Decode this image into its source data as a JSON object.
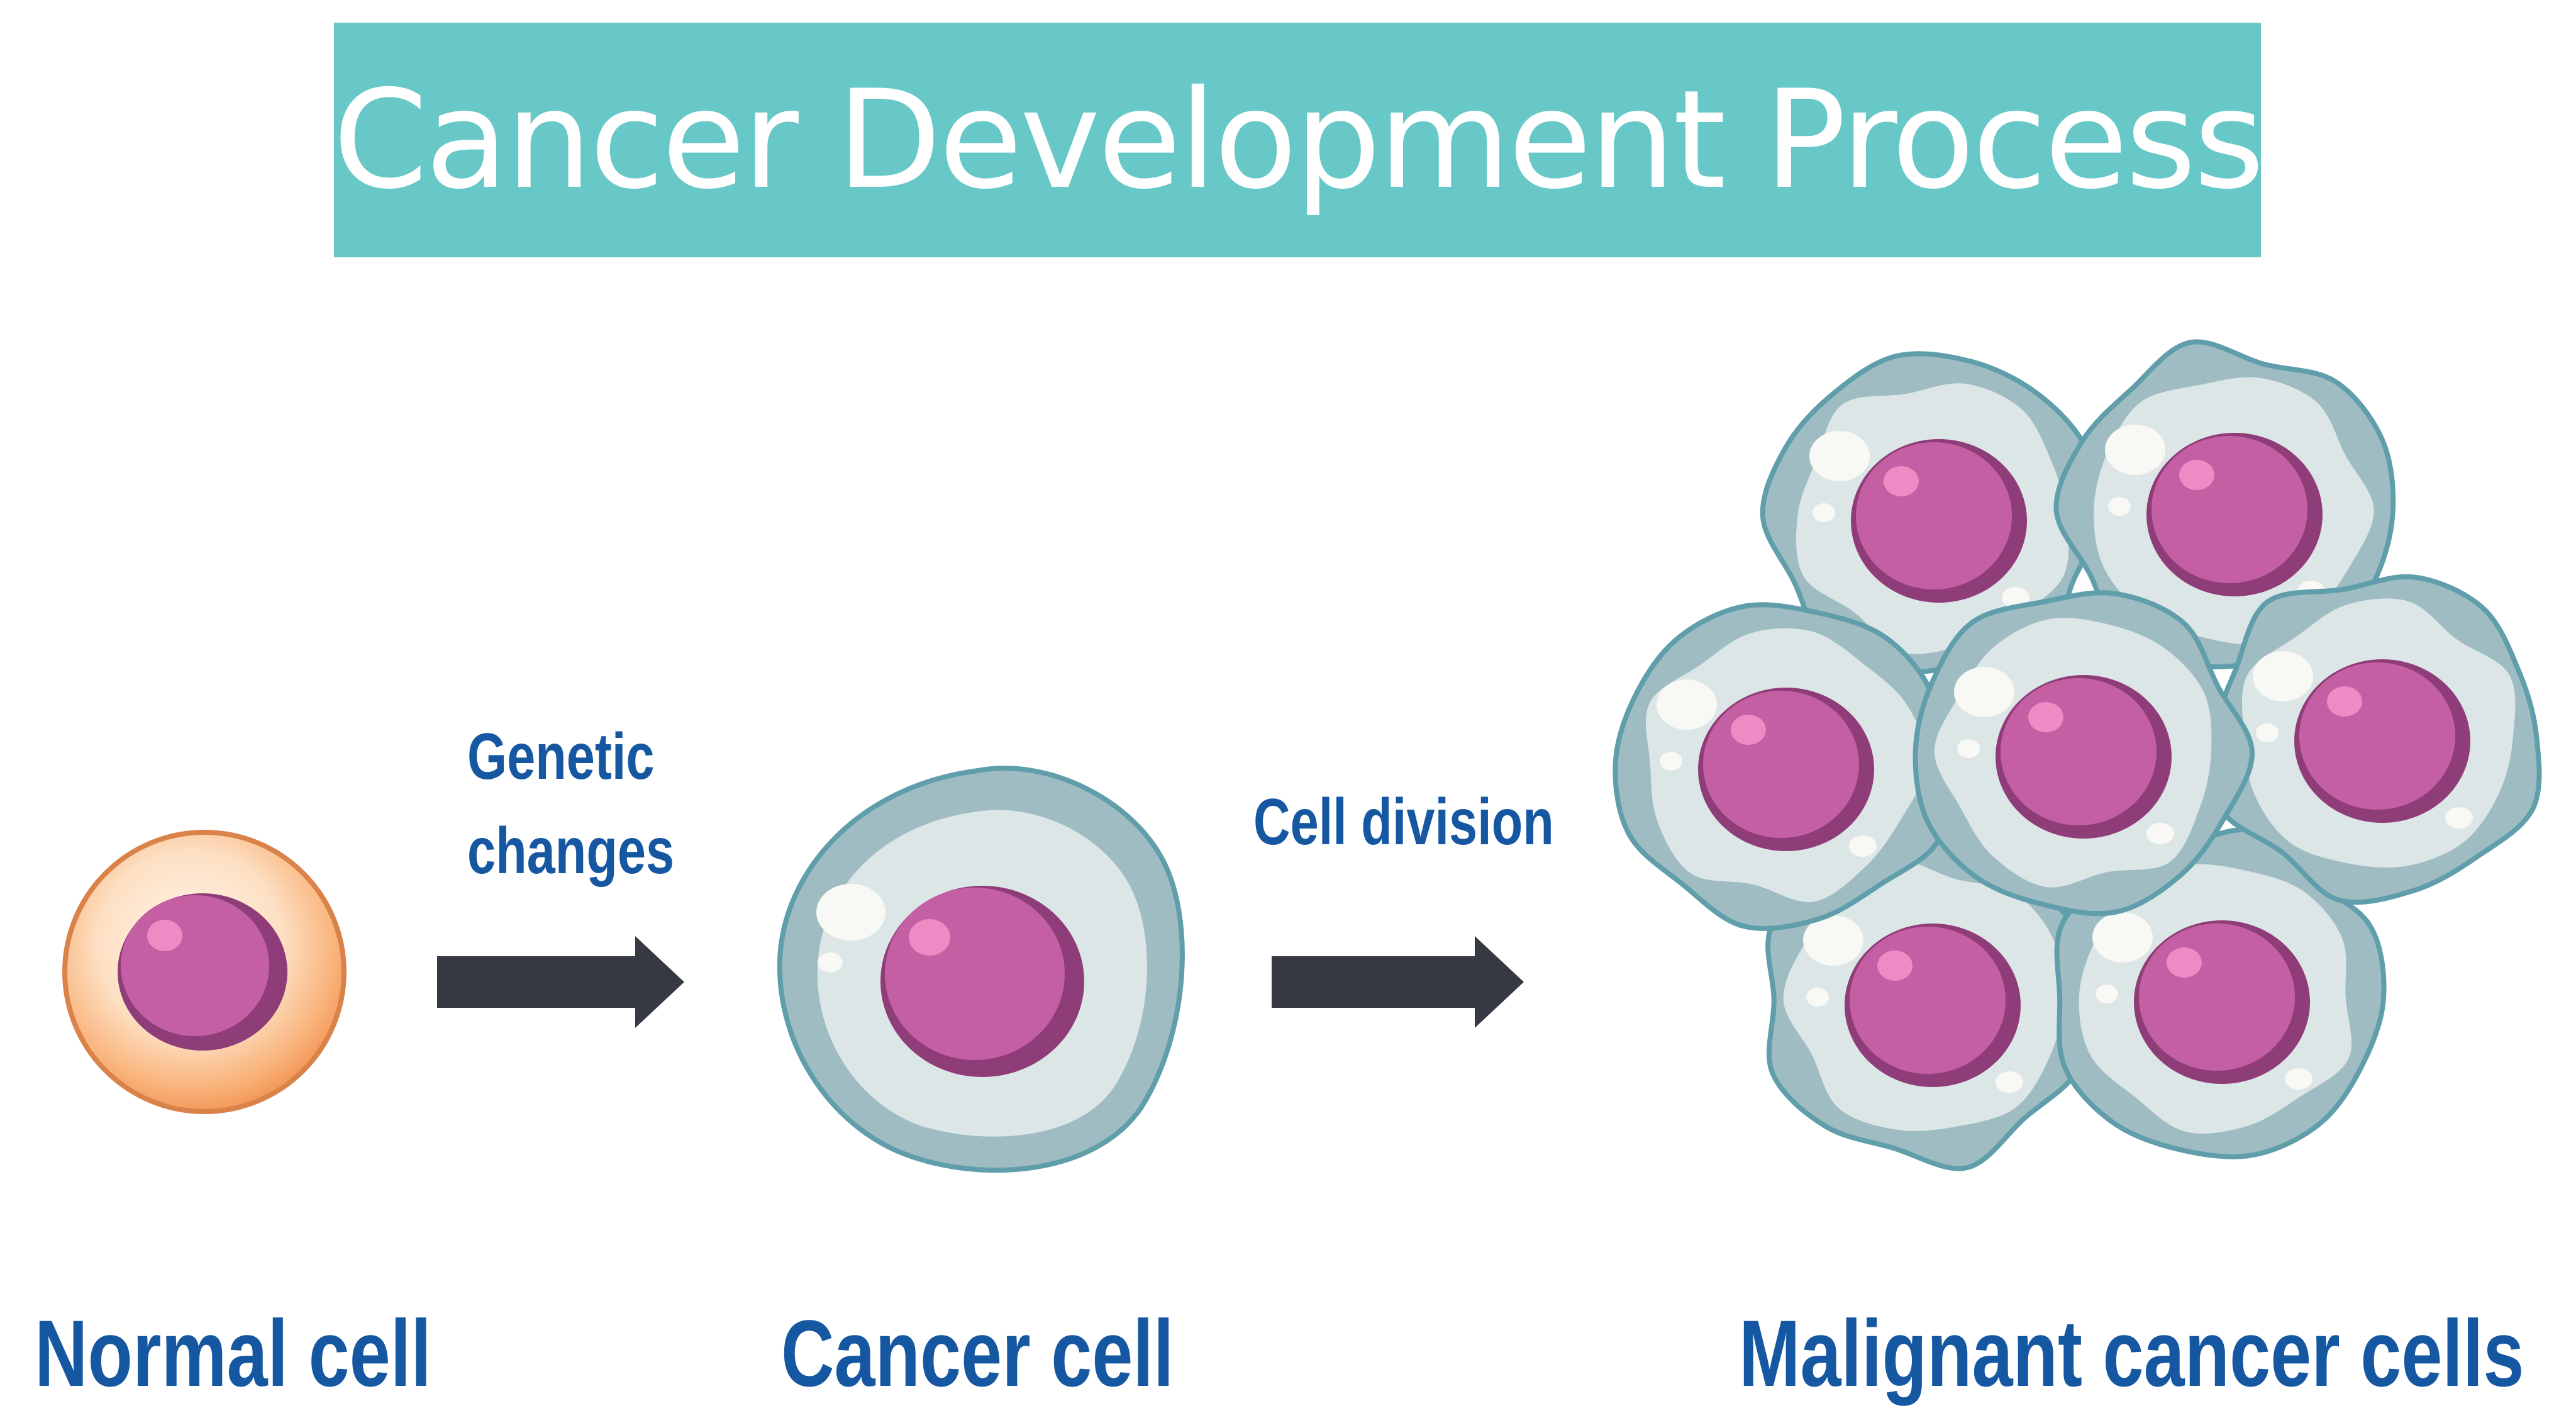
{
  "title": "Cancer Development Process",
  "stages": {
    "normal": "Normal cell",
    "cancer": "Cancer cell",
    "malignant": "Malignant cancer cells"
  },
  "arrows": {
    "genetic_line1": "Genetic",
    "genetic_line2": "changes",
    "division": "Cell division"
  },
  "colors": {
    "banner": "#68c8c8",
    "label_text": "#1657a1",
    "arrow": "#363942",
    "cell_membrane": "#dde6e6",
    "cell_outline": "#5f9eaa",
    "nucleus": "#c55fa3",
    "nucleus_outline": "#8f3d79",
    "normal_cell": "#f7b27a"
  }
}
